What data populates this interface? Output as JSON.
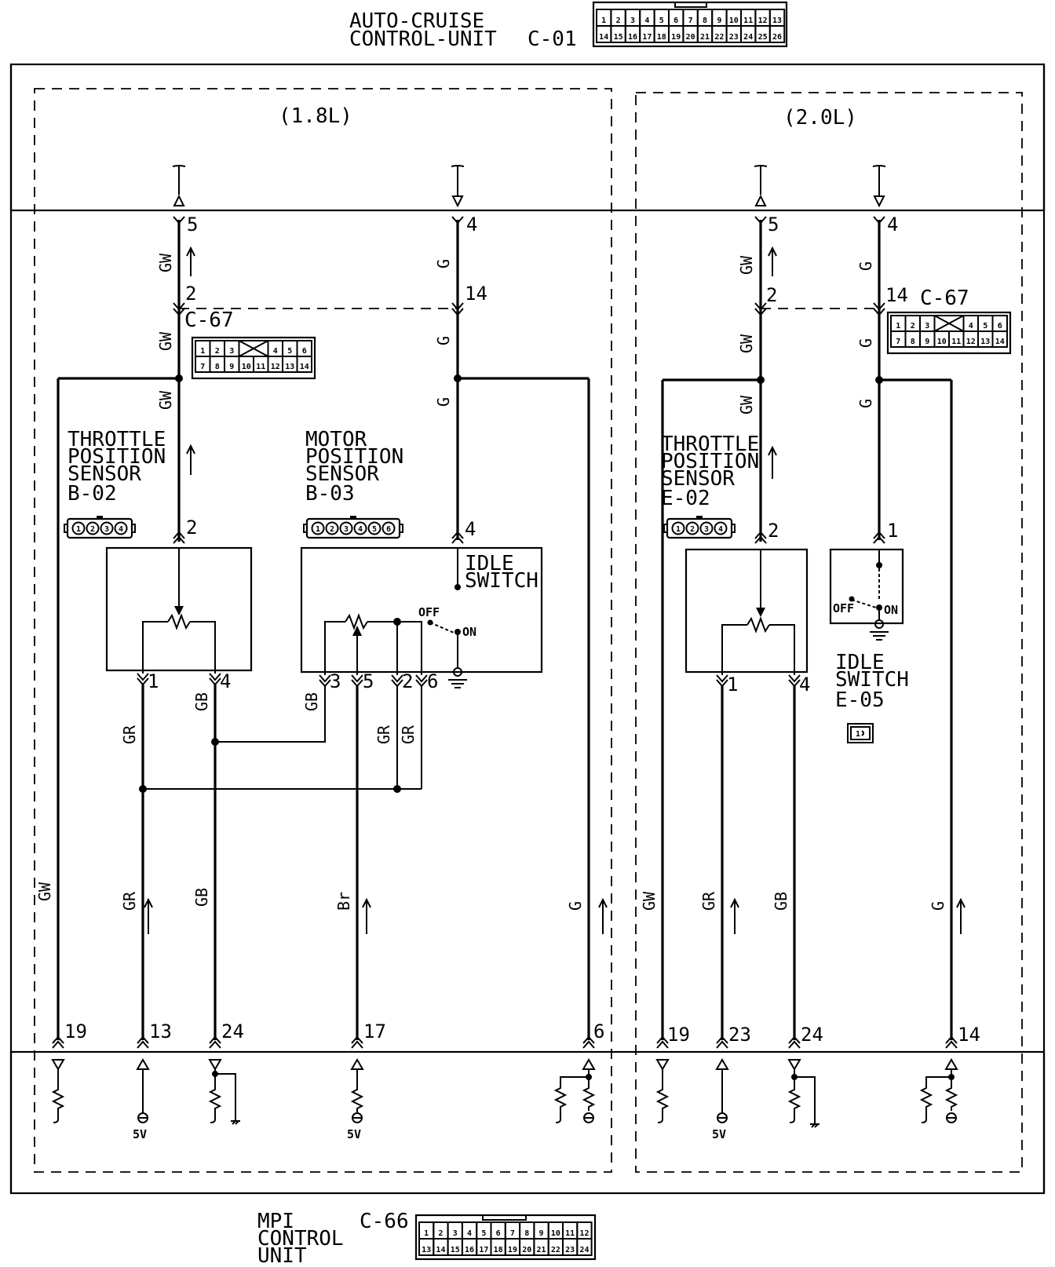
{
  "header": {
    "cruise_line1": "AUTO-CRUISE",
    "cruise_line2": "CONTROL-UNIT",
    "cruise_id": "C-01",
    "c01_row1": [
      "1",
      "2",
      "3",
      "4",
      "5",
      "6",
      "7",
      "8",
      "9",
      "10",
      "11",
      "12",
      "13"
    ],
    "c01_row2": [
      "14",
      "15",
      "16",
      "17",
      "18",
      "19",
      "20",
      "21",
      "22",
      "23",
      "24",
      "25",
      "26"
    ]
  },
  "footer": {
    "mpi_line1": "MPI",
    "mpi_line2": "CONTROL",
    "mpi_line3": "UNIT",
    "mpi_id": "C-66",
    "c66_row1": [
      "1",
      "2",
      "3",
      "4",
      "5",
      "6",
      "7",
      "8",
      "9",
      "10",
      "11",
      "12"
    ],
    "c66_row2": [
      "13",
      "14",
      "15",
      "16",
      "17",
      "18",
      "19",
      "20",
      "21",
      "22",
      "23",
      "24"
    ]
  },
  "sections": {
    "left": "(1.8L)",
    "right": "(2.0L)"
  },
  "c67": {
    "id": "C-67",
    "row1": [
      "1",
      "2",
      "3",
      "4",
      "5",
      "6"
    ],
    "row2": [
      "7",
      "8",
      "9",
      "10",
      "11",
      "12",
      "13",
      "14"
    ]
  },
  "components": {
    "tps_left": {
      "l1": "THROTTLE",
      "l2": "POSITION",
      "l3": "SENSOR",
      "id": "B-02",
      "pins": [
        "1",
        "2",
        "3",
        "4"
      ]
    },
    "mps": {
      "l1": "MOTOR",
      "l2": "POSITION",
      "l3": "SENSOR",
      "id": "B-03",
      "pins": [
        "1",
        "2",
        "3",
        "4",
        "5",
        "6"
      ]
    },
    "idle_left": {
      "l1": "IDLE",
      "l2": "SWITCH",
      "off": "OFF",
      "on": "ON"
    },
    "tps_right": {
      "l1": "THROTTLE",
      "l2": "POSITION",
      "l3": "SENSOR",
      "id": "E-02",
      "pins": [
        "1",
        "2",
        "3",
        "4"
      ]
    },
    "idle_right": {
      "l1": "IDLE",
      "l2": "SWITCH",
      "id": "E-05",
      "off": "OFF",
      "on": "ON",
      "conn": "1"
    }
  },
  "wires": {
    "gw": "GW",
    "g": "G",
    "gr": "GR",
    "gb": "GB",
    "br": "Br"
  },
  "pins": {
    "cruise_left_a": "5",
    "cruise_left_b": "4",
    "cruise_right_a": "5",
    "cruise_right_b": "4",
    "c67_left_a": "2",
    "c67_left_b": "14",
    "c67_right_a": "2",
    "c67_right_b": "14",
    "tps_l_top": "2",
    "tps_l_1": "1",
    "tps_l_4": "4",
    "mps_top": "4",
    "mps_3": "3",
    "mps_5": "5",
    "mps_2": "2",
    "mps_6": "6",
    "tps_r_top": "2",
    "tps_r_1": "1",
    "tps_r_4": "4",
    "idle_r_top": "1",
    "mpi_l": [
      "19",
      "13",
      "24",
      "17",
      "6"
    ],
    "mpi_r": [
      "19",
      "23",
      "24",
      "14"
    ]
  },
  "voltage": "5V"
}
